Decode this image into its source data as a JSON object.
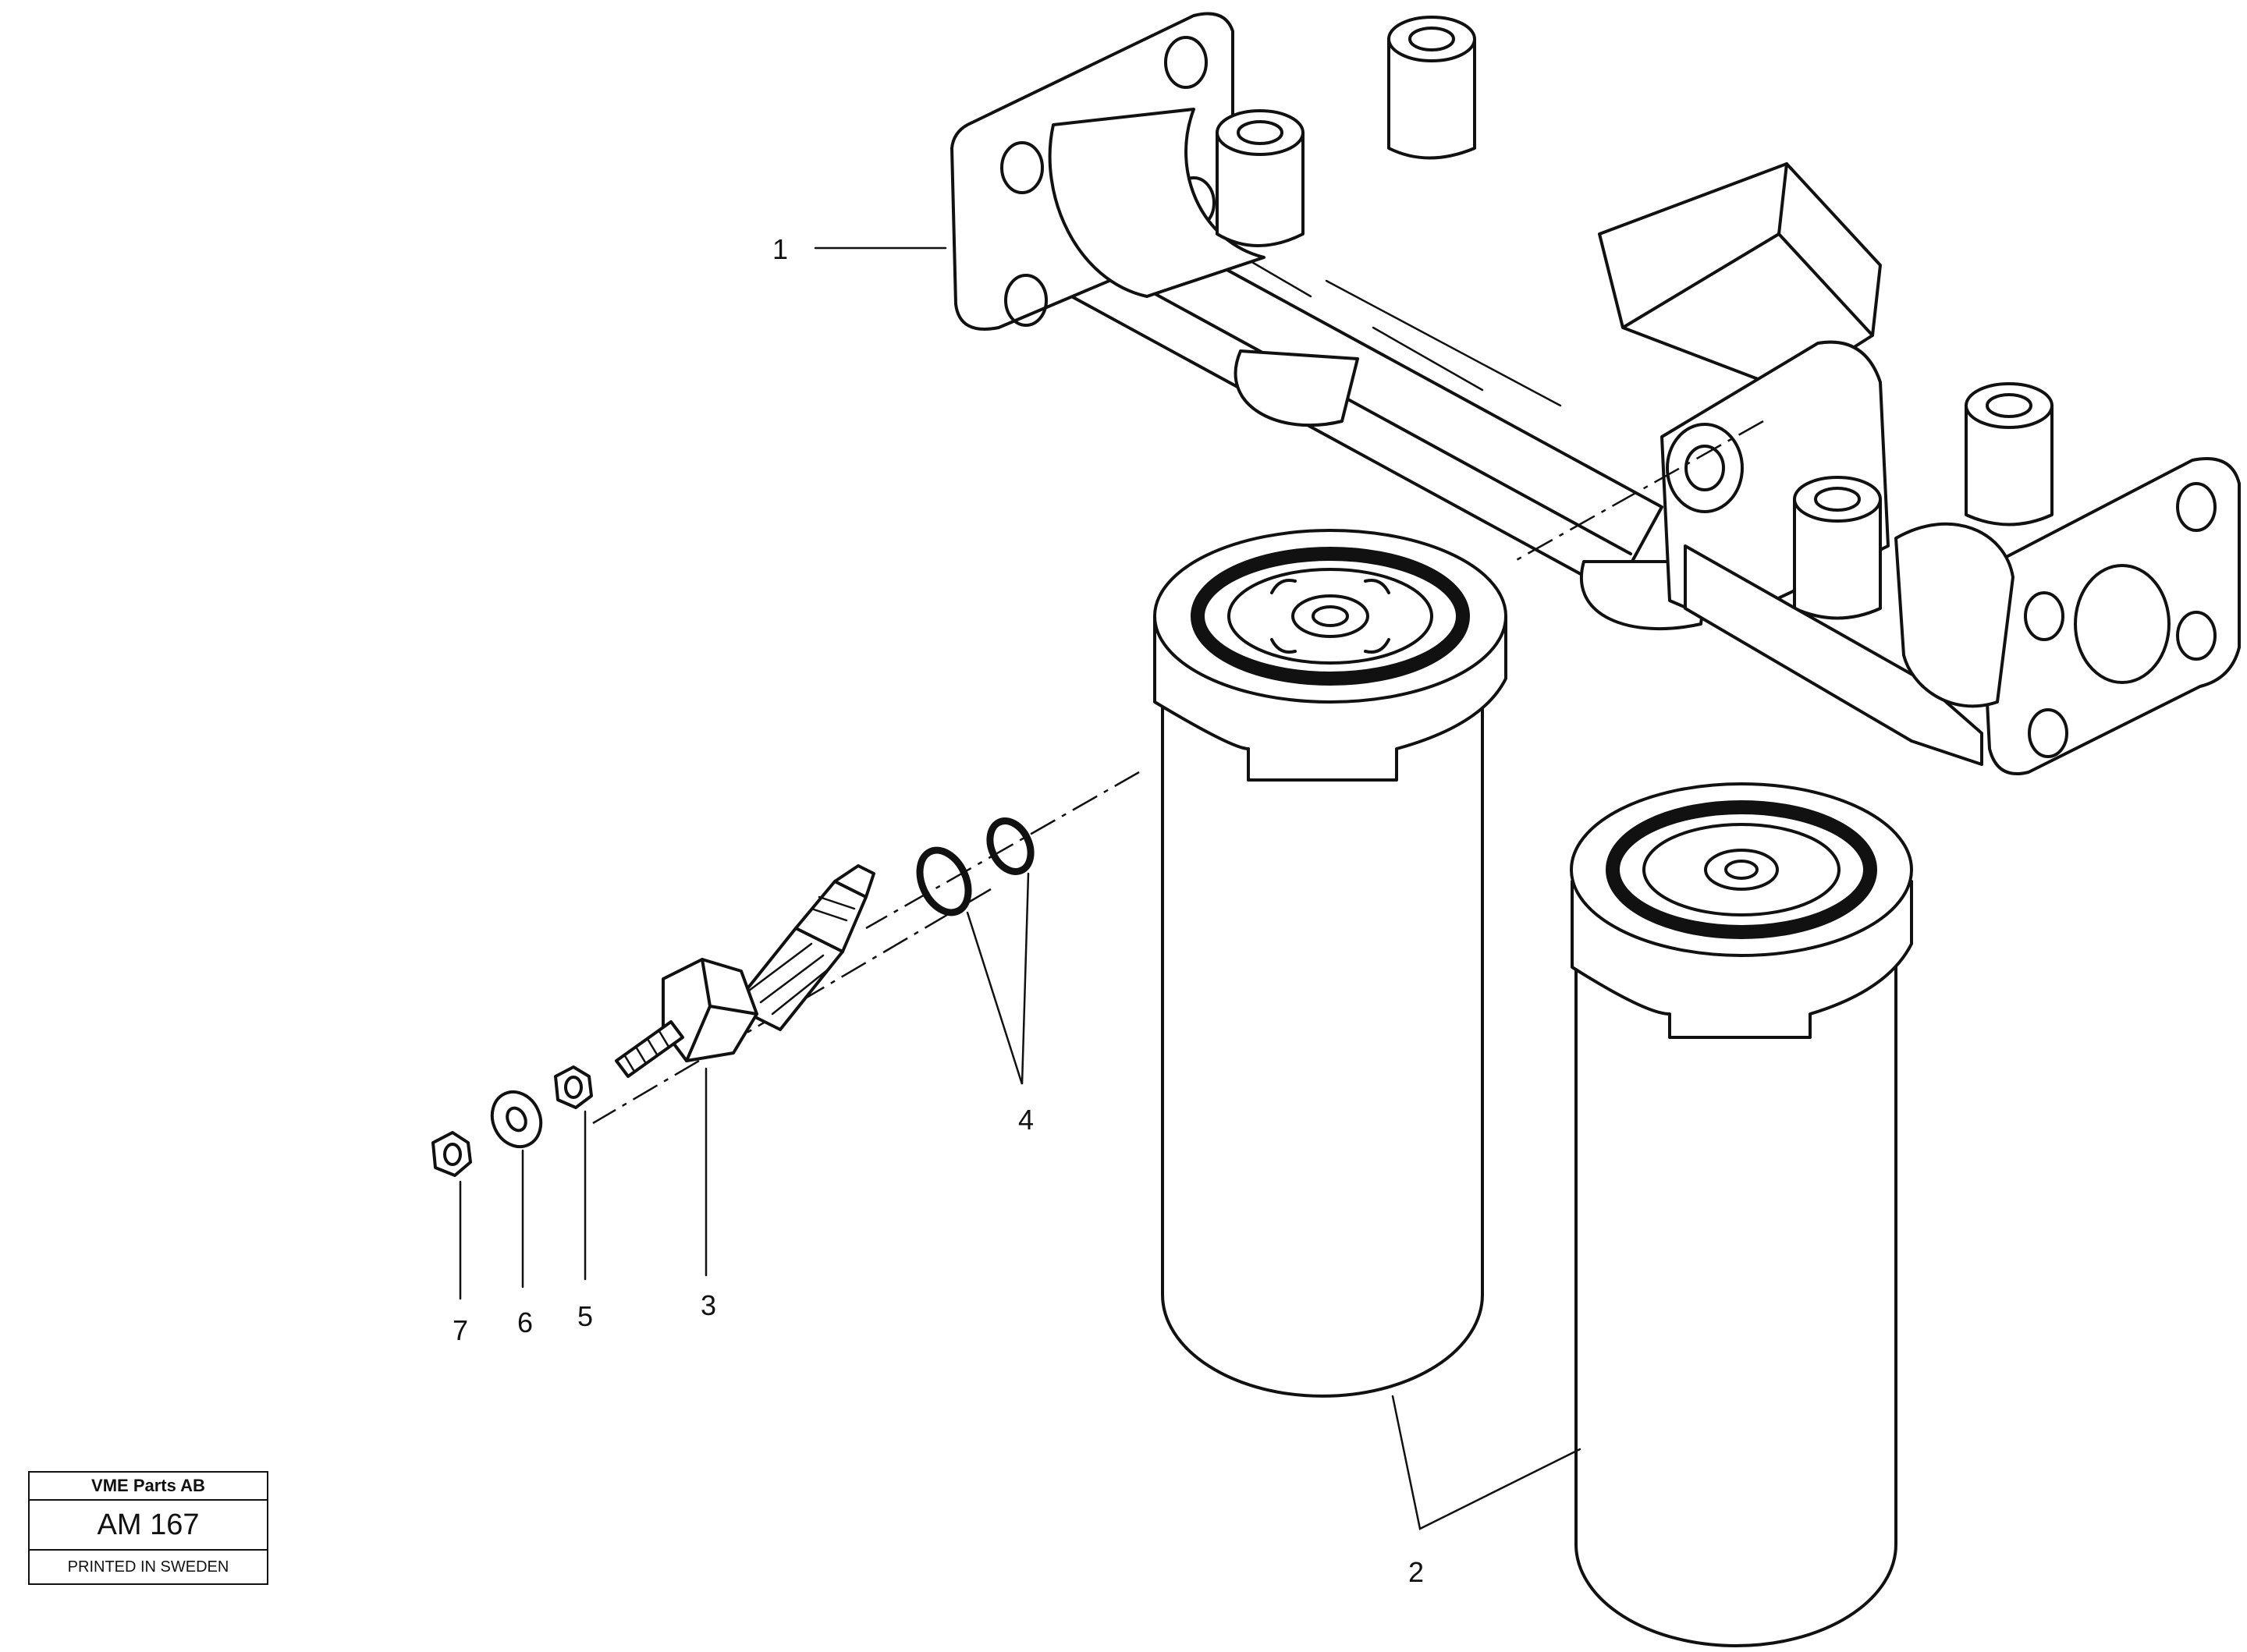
{
  "callouts": {
    "c1": "1",
    "c2": "2",
    "c3": "3",
    "c4": "4",
    "c5": "5",
    "c6": "6",
    "c7": "7"
  },
  "stamp": {
    "company": "VME Parts AB",
    "code": "AM 167",
    "printed": "PRINTED IN SWEDEN"
  }
}
